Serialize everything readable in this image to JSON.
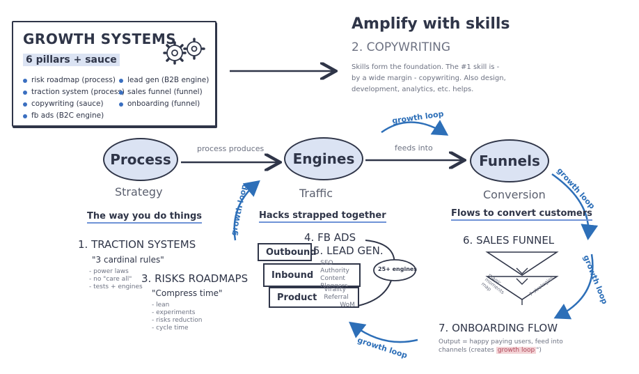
{
  "card": {
    "title": "GROWTH SYSTEMS",
    "subtitle": "6 pillars + sauce",
    "left_items": [
      "risk roadmap (process)",
      "traction system (process)",
      "copywriting (sauce)",
      "fb ads (B2C engine)"
    ],
    "right_items": [
      "lead gen (B2B engine)",
      "sales funnel (funnel)",
      "onboarding (funnel)"
    ],
    "gear_icon": "gears-icon"
  },
  "amplify": {
    "title": "Amplify with skills",
    "section": "2. COPYWRITING",
    "desc_line1": "Skills form the foundation. The #1 skill is -",
    "desc_line2": "by a wide margin - copywriting. Also design,",
    "desc_line3": "development, analytics, etc. helps."
  },
  "nodes": {
    "process": "Process",
    "engines": "Engines",
    "funnels": "Funnels"
  },
  "edges": {
    "process_produces": "process produces",
    "feeds_into": "feeds into",
    "growth_loop": "growth loop"
  },
  "process_col": {
    "label": "Strategy",
    "tagline": "The way you do things",
    "traction_title": "1. TRACTION SYSTEMS",
    "traction_quote": "\"3 cardinal rules\"",
    "traction_items": [
      "- power laws",
      "- no \"care all\"",
      "- tests + engines"
    ],
    "risks_title": "3. RISKS ROADMAPS",
    "risks_quote": "\"Compress time\"",
    "risks_items": [
      "- lean",
      "- experiments",
      "- risks reduction",
      "- cycle time"
    ]
  },
  "engines_col": {
    "label": "Traffic",
    "tagline": "Hacks strapped together",
    "fb_ads": "4. FB ADS",
    "lead_gen": "5. LEAD GEN.",
    "outbound": "Outbound",
    "inbound": "Inbound",
    "inbound_tags": [
      "SEO",
      "Authority",
      "Content",
      "Bloggers"
    ],
    "product": "Product",
    "product_tags": [
      "Virality",
      "Referral",
      "WoM"
    ],
    "engines_count": "25+ engines"
  },
  "funnels_col": {
    "label": "Conversion",
    "tagline": "Flows to convert customers",
    "sales_funnel": "6. SALES FUNNEL",
    "funnel_left": "magic moments map",
    "funnel_right": "7 strategies",
    "onboarding": "7. ONBOARDING FLOW",
    "onboarding_desc1": "Output = happy paying users, feed into",
    "onboarding_desc2_pre": "channels (creates",
    "onboarding_highlight": "growth loop",
    "onboarding_desc2_post": "\")"
  },
  "colors": {
    "ink": "#2f3548",
    "accent_blue": "#2d6fb8",
    "node_fill": "#dbe3f3",
    "highlight": "#f3d3d6"
  }
}
